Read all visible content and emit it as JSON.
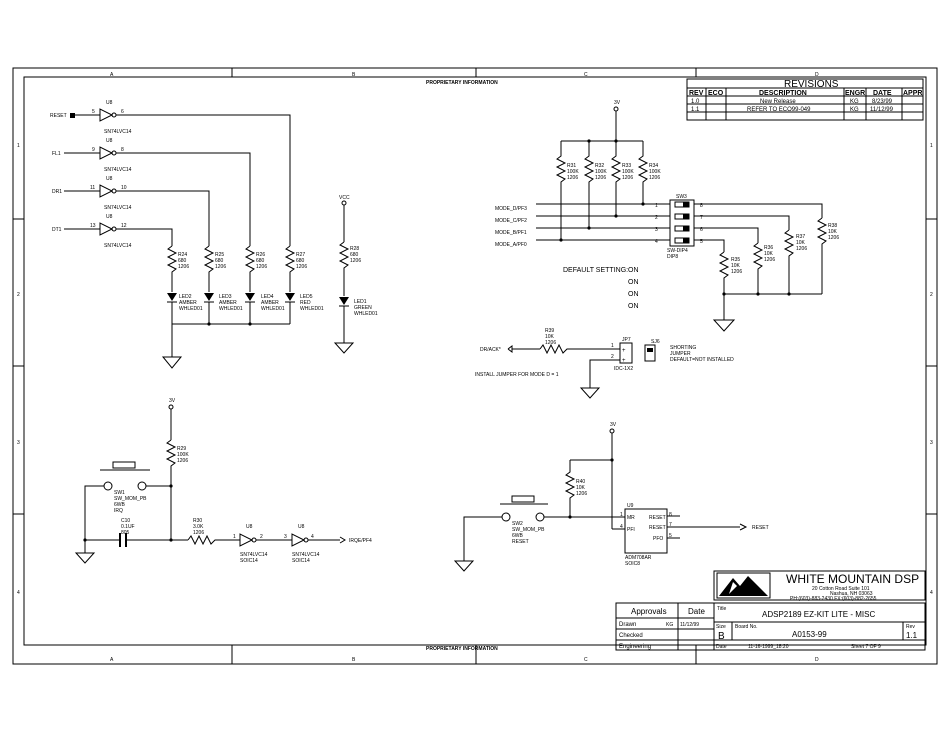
{
  "border": {
    "cols_top": [
      "A",
      "B",
      "C",
      "D"
    ],
    "cols_bottom": [
      "A",
      "B",
      "C",
      "D"
    ],
    "rows_left": [
      "1",
      "2",
      "3",
      "4"
    ],
    "rows_right": [
      "1",
      "2",
      "3",
      "4"
    ],
    "proprietary_top": "PROPRIETARY INFORMATION",
    "proprietary_bottom": "PROPRIETARY INFORMATION"
  },
  "revisions": {
    "title": "REVISIONS",
    "headers": [
      "REV",
      "ECO",
      "DESCRIPTION",
      "ENGR",
      "DATE",
      "APPR"
    ],
    "rows": [
      [
        "1.0",
        "",
        "New Release",
        "KG",
        "8/23/99",
        ""
      ],
      [
        "1.1",
        "",
        "REFER TO ECO99-049",
        "KG",
        "11/12/99",
        ""
      ]
    ]
  },
  "led_section": {
    "signals": [
      "RESET",
      "FL1",
      "DR1",
      "DT1"
    ],
    "gate_ref": "U8",
    "gate_part": "SN74LVC14",
    "gate_pins": [
      [
        "5",
        "6"
      ],
      [
        "9",
        "8"
      ],
      [
        "11",
        "10"
      ],
      [
        "13",
        "12"
      ]
    ],
    "resistors": [
      {
        "ref": "R24",
        "val": "680",
        "pkg": "1206"
      },
      {
        "ref": "R25",
        "val": "680",
        "pkg": "1206"
      },
      {
        "ref": "R26",
        "val": "680",
        "pkg": "1206"
      },
      {
        "ref": "R27",
        "val": "680",
        "pkg": "1206"
      }
    ],
    "leds": [
      {
        "ref": "LED2",
        "color": "AMBER",
        "part": "WHLED01"
      },
      {
        "ref": "LED3",
        "color": "AMBER",
        "part": "WHLED01"
      },
      {
        "ref": "LED4",
        "color": "AMBER",
        "part": "WHLED01"
      },
      {
        "ref": "LED5",
        "color": "RED",
        "part": "WHLED01"
      }
    ],
    "vcc_label": "VCC",
    "r28": {
      "ref": "R28",
      "val": "680",
      "pkg": "1206"
    },
    "led1": {
      "ref": "LED1",
      "color": "GREEN",
      "part": "WHLED01"
    }
  },
  "mode_section": {
    "supply": "3V",
    "resistors": [
      {
        "ref": "R31",
        "val": "100K",
        "pkg": "1206"
      },
      {
        "ref": "R32",
        "val": "100K",
        "pkg": "1206"
      },
      {
        "ref": "R33",
        "val": "100K",
        "pkg": "1206"
      },
      {
        "ref": "R34",
        "val": "100K",
        "pkg": "1206"
      }
    ],
    "signals": [
      "MODE_D/PF3",
      "MODE_C/PF2",
      "MODE_B/PF1",
      "MODE_A/PF0"
    ],
    "switch_ref": "SW3",
    "switch_part": "SW-DIP4",
    "switch_pkg": "DIP8",
    "switch_pins_left": [
      "1",
      "2",
      "3",
      "4"
    ],
    "switch_pins_right": [
      "8",
      "7",
      "6",
      "5"
    ],
    "pulldowns": [
      {
        "ref": "R35",
        "val": "10K",
        "pkg": "1206"
      },
      {
        "ref": "R36",
        "val": "10K",
        "pkg": "1206"
      },
      {
        "ref": "R37",
        "val": "10K",
        "pkg": "1206"
      },
      {
        "ref": "R38",
        "val": "10K",
        "pkg": "1206"
      }
    ],
    "default_label": "DEFAULT SETTING:",
    "default_values": [
      "ON",
      "ON",
      "ON",
      "ON"
    ]
  },
  "jumper_section": {
    "signal": "DR/ACK*",
    "r39": {
      "ref": "R39",
      "val": "10K",
      "pkg": "1206"
    },
    "jp_ref": "JP7",
    "jp_part": "IDC-1X2",
    "pins": [
      "1",
      "2"
    ],
    "sj_ref": "SJ6",
    "shorting": [
      "SHORTING",
      "JUMPER",
      "DEFAULT=NOT INSTALLED"
    ],
    "note": "INSTALL JUMPER FOR MODE D = 1"
  },
  "reset_section": {
    "supply": "3V",
    "r29": {
      "ref": "R29",
      "val": "100K",
      "pkg": "1206"
    },
    "sw1": {
      "ref": "SW1",
      "part": "SW_MOM_PB",
      "model": "6WB",
      "extra": "IRQ"
    },
    "c10": {
      "ref": "C10",
      "val": "0.1UF",
      "pkg": "805"
    },
    "r30": {
      "ref": "R30",
      "val": "3.0K",
      "pkg": "1206"
    },
    "gate_ref": "U8",
    "gate_part": "SN74LVC14",
    "gate_pkg": "SOIC14",
    "gate1_pins": [
      "1",
      "2"
    ],
    "gate2_pins": [
      "3",
      "4"
    ],
    "output": "IRQE/PF4"
  },
  "supervisor_section": {
    "supply": "3V",
    "r40": {
      "ref": "R40",
      "val": "10K",
      "pkg": "1206"
    },
    "sw2": {
      "ref": "SW2",
      "part": "SW_MOM_PB",
      "model": "6WB",
      "extra": "RESET"
    },
    "u9": {
      "ref": "U9",
      "part": "ADM708AR",
      "pkg": "SOIC8"
    },
    "u9_pins_left": [
      "MR",
      "PFI"
    ],
    "u9_pins_right": [
      "RESET",
      "RESET",
      "PFO"
    ],
    "u9_pin_nums_left": [
      "1",
      "4"
    ],
    "u9_pin_nums_right": [
      "8",
      "7",
      "5"
    ],
    "output": "RESET"
  },
  "title_block": {
    "company": "WHITE MOUNTAIN DSP",
    "address1": "20 Cotton Road Suite 101",
    "address2": "Nashua, NH 03063",
    "phone": "PH:(603)-883-2430 FX:(603)-882-2655",
    "approvals": "Approvals",
    "date_label": "Date",
    "title_label": "Title",
    "title": "ADSP2189 EZ-KIT LITE - MISC",
    "rows": [
      {
        "label": "Drawn",
        "who": "KG",
        "date": "11/12/99"
      },
      {
        "label": "Checked",
        "who": "",
        "date": ""
      },
      {
        "label": "Engineering",
        "who": "",
        "date": ""
      }
    ],
    "size_label": "Size",
    "size": "B",
    "board_label": "Board No.",
    "board": "A0153-99",
    "rev_label": "Rev",
    "rev": "1.1",
    "date_row_label": "Date",
    "date": "11-16-1999_18:20",
    "sheet": "Sheet    7 OF 9"
  }
}
